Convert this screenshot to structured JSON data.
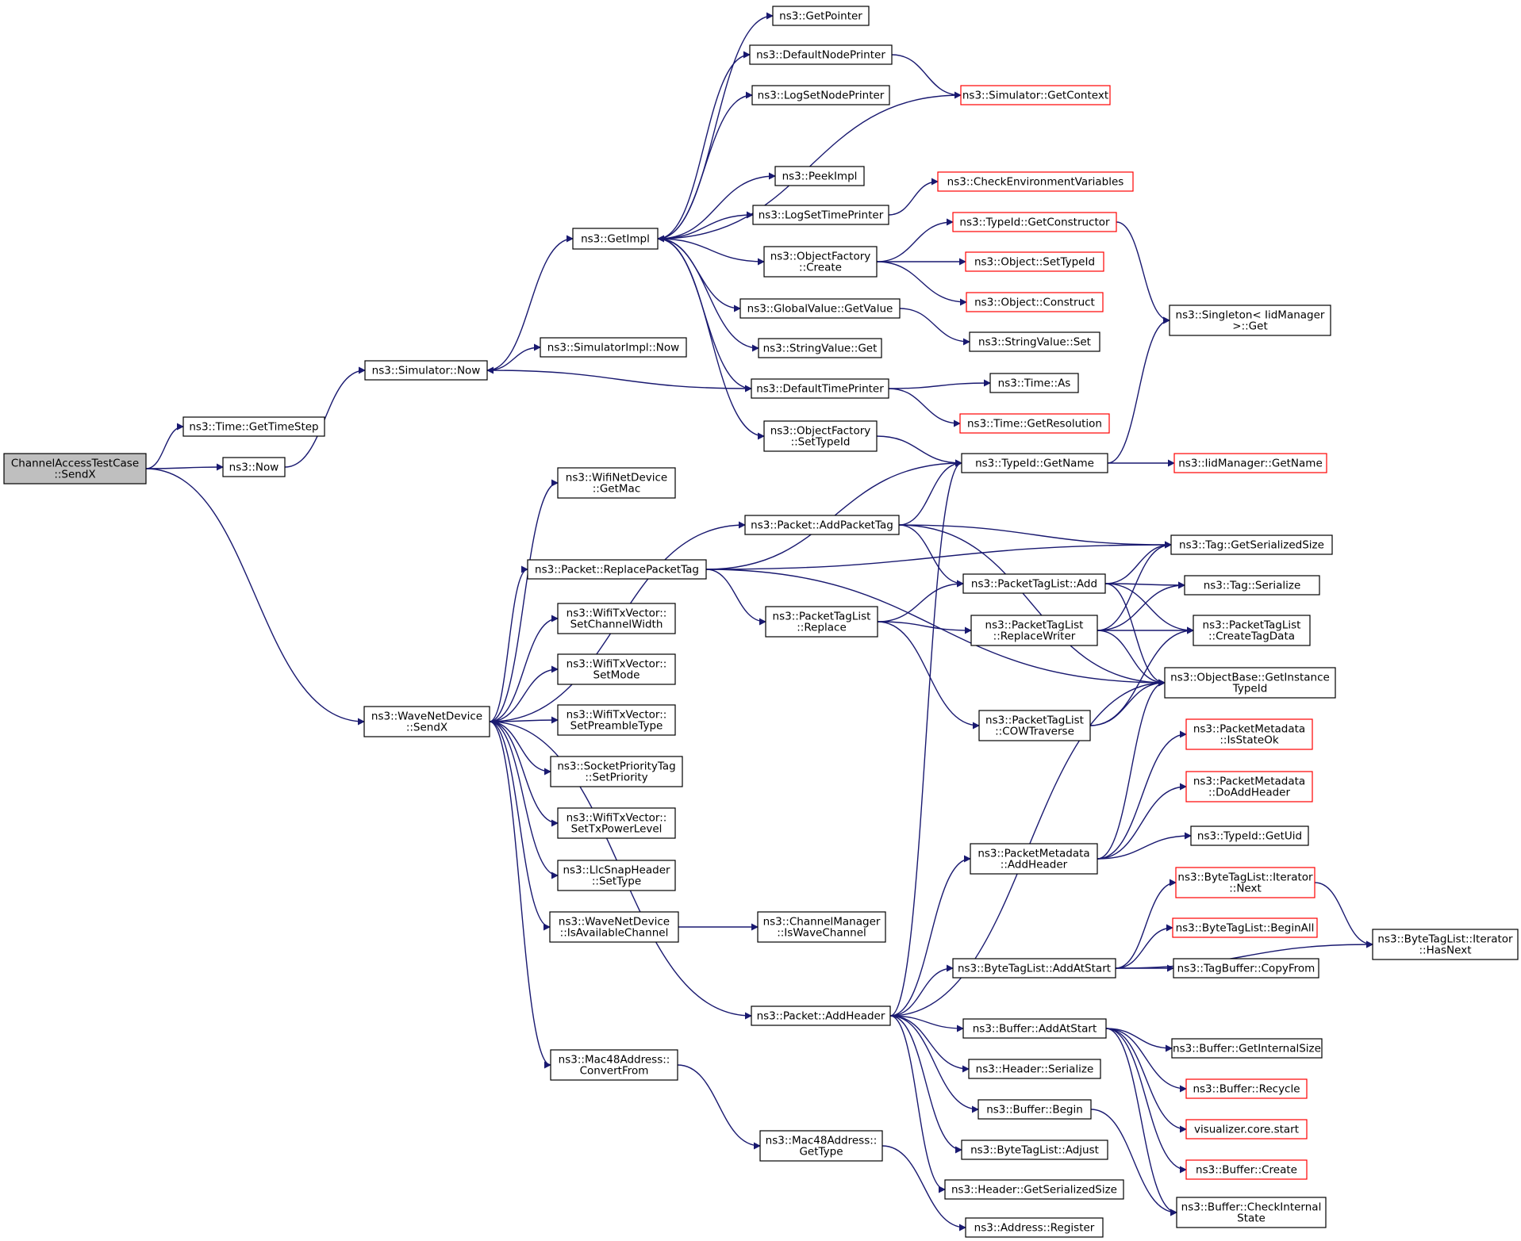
{
  "colors": {
    "edge": "#191970",
    "border": "#000000",
    "missing_border": "#ff0000",
    "root_fill": "#bfbfbf"
  },
  "nodes": [
    {
      "id": "root",
      "lines": [
        "ChannelAccessTestCase",
        "::SendX"
      ],
      "kind": "root"
    },
    {
      "id": "timeGetTimeStep",
      "lines": [
        "ns3::Time::GetTimeStep"
      ]
    },
    {
      "id": "now",
      "lines": [
        "ns3::Now"
      ]
    },
    {
      "id": "simNow",
      "lines": [
        "ns3::Simulator::Now"
      ]
    },
    {
      "id": "simImplNow",
      "lines": [
        "ns3::SimulatorImpl::Now"
      ]
    },
    {
      "id": "getImpl",
      "lines": [
        "ns3::GetImpl"
      ]
    },
    {
      "id": "getPointer",
      "lines": [
        "ns3::GetPointer"
      ]
    },
    {
      "id": "defNodePrinter",
      "lines": [
        "ns3::DefaultNodePrinter"
      ]
    },
    {
      "id": "logSetNodePrinter",
      "lines": [
        "ns3::LogSetNodePrinter"
      ]
    },
    {
      "id": "peekImpl",
      "lines": [
        "ns3::PeekImpl"
      ]
    },
    {
      "id": "logSetTimePrinter",
      "lines": [
        "ns3::LogSetTimePrinter"
      ]
    },
    {
      "id": "ofCreate",
      "lines": [
        "ns3::ObjectFactory",
        "::Create"
      ]
    },
    {
      "id": "gvGetValue",
      "lines": [
        "ns3::GlobalValue::GetValue"
      ]
    },
    {
      "id": "svGet",
      "lines": [
        "ns3::StringValue::Get"
      ]
    },
    {
      "id": "defTimePrinter",
      "lines": [
        "ns3::DefaultTimePrinter"
      ]
    },
    {
      "id": "ofSetTypeId",
      "lines": [
        "ns3::ObjectFactory",
        "::SetTypeId"
      ]
    },
    {
      "id": "simGetContext",
      "lines": [
        "ns3::Simulator::GetContext"
      ],
      "kind": "red"
    },
    {
      "id": "checkEnv",
      "lines": [
        "ns3::CheckEnvironmentVariables"
      ],
      "kind": "red"
    },
    {
      "id": "tidGetCtor",
      "lines": [
        "ns3::TypeId::GetConstructor"
      ],
      "kind": "red"
    },
    {
      "id": "objSetTypeId",
      "lines": [
        "ns3::Object::SetTypeId"
      ],
      "kind": "red"
    },
    {
      "id": "objConstruct",
      "lines": [
        "ns3::Object::Construct"
      ],
      "kind": "red"
    },
    {
      "id": "svSet",
      "lines": [
        "ns3::StringValue::Set"
      ]
    },
    {
      "id": "timeAs",
      "lines": [
        "ns3::Time::As"
      ]
    },
    {
      "id": "timeGetRes",
      "lines": [
        "ns3::Time::GetResolution"
      ],
      "kind": "red"
    },
    {
      "id": "singletonGet",
      "lines": [
        "ns3::Singleton< IidManager",
        ">::Get"
      ]
    },
    {
      "id": "tidGetName",
      "lines": [
        "ns3::TypeId::GetName"
      ]
    },
    {
      "id": "iidGetName",
      "lines": [
        "ns3::IidManager::GetName"
      ],
      "kind": "red"
    },
    {
      "id": "wnSendX",
      "lines": [
        "ns3::WaveNetDevice",
        "::SendX"
      ]
    },
    {
      "id": "wifiGetMac",
      "lines": [
        "ns3::WifiNetDevice",
        "::GetMac"
      ]
    },
    {
      "id": "pktAddPacketTag",
      "lines": [
        "ns3::Packet::AddPacketTag"
      ]
    },
    {
      "id": "pktReplacePacketTag",
      "lines": [
        "ns3::Packet::ReplacePacketTag"
      ]
    },
    {
      "id": "txvSetChWidth",
      "lines": [
        "ns3::WifiTxVector::",
        "SetChannelWidth"
      ]
    },
    {
      "id": "txvSetMode",
      "lines": [
        "ns3::WifiTxVector::",
        "SetMode"
      ]
    },
    {
      "id": "txvSetPreamble",
      "lines": [
        "ns3::WifiTxVector::",
        "SetPreambleType"
      ]
    },
    {
      "id": "sptSetPriority",
      "lines": [
        "ns3::SocketPriorityTag",
        "::SetPriority"
      ]
    },
    {
      "id": "txvSetTxPower",
      "lines": [
        "ns3::WifiTxVector::",
        "SetTxPowerLevel"
      ]
    },
    {
      "id": "llcSetType",
      "lines": [
        "ns3::LlcSnapHeader",
        "::SetType"
      ]
    },
    {
      "id": "wnIsAvail",
      "lines": [
        "ns3::WaveNetDevice",
        "::IsAvailableChannel"
      ]
    },
    {
      "id": "cmIsWave",
      "lines": [
        "ns3::ChannelManager",
        "::IsWaveChannel"
      ]
    },
    {
      "id": "macConvertFrom",
      "lines": [
        "ns3::Mac48Address::",
        "ConvertFrom"
      ]
    },
    {
      "id": "macGetType",
      "lines": [
        "ns3::Mac48Address::",
        "GetType"
      ]
    },
    {
      "id": "addrRegister",
      "lines": [
        "ns3::Address::Register"
      ]
    },
    {
      "id": "pktAddHeader",
      "lines": [
        "ns3::Packet::AddHeader"
      ]
    },
    {
      "id": "ptlReplace",
      "lines": [
        "ns3::PacketTagList",
        "::Replace"
      ]
    },
    {
      "id": "ptlAdd",
      "lines": [
        "ns3::PacketTagList::Add"
      ]
    },
    {
      "id": "ptlReplaceWriter",
      "lines": [
        "ns3::PacketTagList",
        "::ReplaceWriter"
      ]
    },
    {
      "id": "ptlCowTraverse",
      "lines": [
        "ns3::PacketTagList",
        "::COWTraverse"
      ]
    },
    {
      "id": "tagGetSerSize",
      "lines": [
        "ns3::Tag::GetSerializedSize"
      ]
    },
    {
      "id": "tagSerialize",
      "lines": [
        "ns3::Tag::Serialize"
      ]
    },
    {
      "id": "ptlCreateTagData",
      "lines": [
        "ns3::PacketTagList",
        "::CreateTagData"
      ]
    },
    {
      "id": "obGetInstTid",
      "lines": [
        "ns3::ObjectBase::GetInstance",
        "TypeId"
      ]
    },
    {
      "id": "pmIsStateOk",
      "lines": [
        "ns3::PacketMetadata",
        "::IsStateOk"
      ],
      "kind": "red"
    },
    {
      "id": "pmDoAddHeader",
      "lines": [
        "ns3::PacketMetadata",
        "::DoAddHeader"
      ],
      "kind": "red"
    },
    {
      "id": "tidGetUid",
      "lines": [
        "ns3::TypeId::GetUid"
      ]
    },
    {
      "id": "pmAddHeader",
      "lines": [
        "ns3::PacketMetadata",
        "::AddHeader"
      ]
    },
    {
      "id": "btlItNext",
      "lines": [
        "ns3::ByteTagList::Iterator",
        "::Next"
      ],
      "kind": "red"
    },
    {
      "id": "btlBeginAll",
      "lines": [
        "ns3::ByteTagList::BeginAll"
      ],
      "kind": "red"
    },
    {
      "id": "tbCopyFrom",
      "lines": [
        "ns3::TagBuffer::CopyFrom"
      ]
    },
    {
      "id": "btlItHasNext",
      "lines": [
        "ns3::ByteTagList::Iterator",
        "::HasNext"
      ]
    },
    {
      "id": "btlAddAtStart",
      "lines": [
        "ns3::ByteTagList::AddAtStart"
      ]
    },
    {
      "id": "bufAddAtStart",
      "lines": [
        "ns3::Buffer::AddAtStart"
      ]
    },
    {
      "id": "hdrSerialize",
      "lines": [
        "ns3::Header::Serialize"
      ]
    },
    {
      "id": "bufBegin",
      "lines": [
        "ns3::Buffer::Begin"
      ]
    },
    {
      "id": "btlAdjust",
      "lines": [
        "ns3::ByteTagList::Adjust"
      ]
    },
    {
      "id": "hdrGetSerSize",
      "lines": [
        "ns3::Header::GetSerializedSize"
      ]
    },
    {
      "id": "bufGetIntSize",
      "lines": [
        "ns3::Buffer::GetInternalSize"
      ]
    },
    {
      "id": "bufRecycle",
      "lines": [
        "ns3::Buffer::Recycle"
      ],
      "kind": "red"
    },
    {
      "id": "vizStart",
      "lines": [
        "visualizer.core.start"
      ],
      "kind": "red"
    },
    {
      "id": "bufCreate",
      "lines": [
        "ns3::Buffer::Create"
      ],
      "kind": "red"
    },
    {
      "id": "bufCheckInt",
      "lines": [
        "ns3::Buffer::CheckInternal",
        "State"
      ]
    }
  ],
  "edges": [
    [
      "root",
      "timeGetTimeStep"
    ],
    [
      "root",
      "now"
    ],
    [
      "root",
      "wnSendX"
    ],
    [
      "now",
      "simNow"
    ],
    [
      "simNow",
      "getImpl"
    ],
    [
      "simNow",
      "simImplNow"
    ],
    [
      "getImpl",
      "getPointer"
    ],
    [
      "getImpl",
      "defNodePrinter"
    ],
    [
      "getImpl",
      "logSetNodePrinter"
    ],
    [
      "getImpl",
      "peekImpl"
    ],
    [
      "getImpl",
      "logSetTimePrinter"
    ],
    [
      "getImpl",
      "ofCreate"
    ],
    [
      "getImpl",
      "gvGetValue"
    ],
    [
      "getImpl",
      "svGet"
    ],
    [
      "getImpl",
      "defTimePrinter"
    ],
    [
      "getImpl",
      "ofSetTypeId"
    ],
    [
      "defNodePrinter",
      "simGetContext"
    ],
    [
      "simGetContext",
      "getImpl"
    ],
    [
      "logSetTimePrinter",
      "checkEnv"
    ],
    [
      "ofCreate",
      "tidGetCtor"
    ],
    [
      "ofCreate",
      "objSetTypeId"
    ],
    [
      "ofCreate",
      "objConstruct"
    ],
    [
      "gvGetValue",
      "svSet"
    ],
    [
      "defTimePrinter",
      "simNow"
    ],
    [
      "defTimePrinter",
      "timeAs"
    ],
    [
      "defTimePrinter",
      "timeGetRes"
    ],
    [
      "tidGetCtor",
      "singletonGet"
    ],
    [
      "tidGetName",
      "singletonGet"
    ],
    [
      "ofSetTypeId",
      "tidGetName"
    ],
    [
      "tidGetName",
      "iidGetName"
    ],
    [
      "wnSendX",
      "wifiGetMac"
    ],
    [
      "wnSendX",
      "pktAddPacketTag"
    ],
    [
      "wnSendX",
      "pktReplacePacketTag"
    ],
    [
      "wnSendX",
      "txvSetChWidth"
    ],
    [
      "wnSendX",
      "txvSetMode"
    ],
    [
      "wnSendX",
      "txvSetPreamble"
    ],
    [
      "wnSendX",
      "sptSetPriority"
    ],
    [
      "wnSendX",
      "txvSetTxPower"
    ],
    [
      "wnSendX",
      "llcSetType"
    ],
    [
      "wnSendX",
      "wnIsAvail"
    ],
    [
      "wnSendX",
      "macConvertFrom"
    ],
    [
      "wnSendX",
      "pktAddHeader"
    ],
    [
      "wnIsAvail",
      "cmIsWave"
    ],
    [
      "macConvertFrom",
      "macGetType"
    ],
    [
      "macGetType",
      "addrRegister"
    ],
    [
      "pktReplacePacketTag",
      "tidGetName"
    ],
    [
      "pktReplacePacketTag",
      "tagGetSerSize"
    ],
    [
      "pktReplacePacketTag",
      "ptlReplace"
    ],
    [
      "pktReplacePacketTag",
      "obGetInstTid"
    ],
    [
      "pktAddPacketTag",
      "tidGetName"
    ],
    [
      "pktAddPacketTag",
      "tagGetSerSize"
    ],
    [
      "pktAddPacketTag",
      "ptlAdd"
    ],
    [
      "pktAddPacketTag",
      "obGetInstTid"
    ],
    [
      "ptlReplace",
      "ptlAdd"
    ],
    [
      "ptlReplace",
      "ptlReplaceWriter"
    ],
    [
      "ptlReplace",
      "ptlCowTraverse"
    ],
    [
      "ptlAdd",
      "tagGetSerSize"
    ],
    [
      "ptlAdd",
      "tagSerialize"
    ],
    [
      "ptlAdd",
      "ptlCreateTagData"
    ],
    [
      "ptlAdd",
      "obGetInstTid"
    ],
    [
      "ptlReplaceWriter",
      "tagGetSerSize"
    ],
    [
      "ptlReplaceWriter",
      "tagSerialize"
    ],
    [
      "ptlReplaceWriter",
      "ptlCreateTagData"
    ],
    [
      "ptlReplaceWriter",
      "obGetInstTid"
    ],
    [
      "ptlCowTraverse",
      "ptlCreateTagData"
    ],
    [
      "ptlCowTraverse",
      "obGetInstTid"
    ],
    [
      "pktAddHeader",
      "tidGetName"
    ],
    [
      "pktAddHeader",
      "obGetInstTid"
    ],
    [
      "pktAddHeader",
      "pmAddHeader"
    ],
    [
      "pktAddHeader",
      "btlAddAtStart"
    ],
    [
      "pktAddHeader",
      "bufAddAtStart"
    ],
    [
      "pktAddHeader",
      "hdrSerialize"
    ],
    [
      "pktAddHeader",
      "bufBegin"
    ],
    [
      "pktAddHeader",
      "btlAdjust"
    ],
    [
      "pktAddHeader",
      "hdrGetSerSize"
    ],
    [
      "pmAddHeader",
      "obGetInstTid"
    ],
    [
      "pmAddHeader",
      "pmIsStateOk"
    ],
    [
      "pmAddHeader",
      "pmDoAddHeader"
    ],
    [
      "pmAddHeader",
      "tidGetUid"
    ],
    [
      "btlAddAtStart",
      "btlItNext"
    ],
    [
      "btlAddAtStart",
      "btlBeginAll"
    ],
    [
      "btlAddAtStart",
      "tbCopyFrom"
    ],
    [
      "btlAddAtStart",
      "btlItHasNext"
    ],
    [
      "btlItNext",
      "btlItHasNext"
    ],
    [
      "bufAddAtStart",
      "bufGetIntSize"
    ],
    [
      "bufAddAtStart",
      "bufRecycle"
    ],
    [
      "bufAddAtStart",
      "vizStart"
    ],
    [
      "bufAddAtStart",
      "bufCreate"
    ],
    [
      "bufAddAtStart",
      "bufCheckInt"
    ],
    [
      "bufBegin",
      "bufCheckInt"
    ]
  ]
}
